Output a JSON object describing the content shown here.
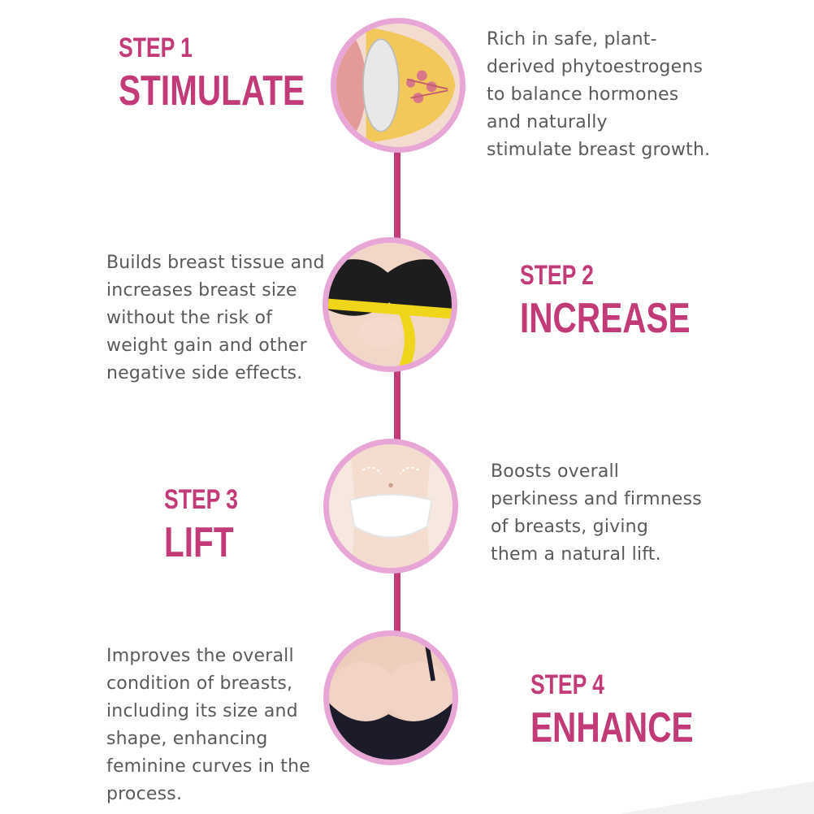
{
  "colors": {
    "accent": "#c23a78",
    "ring": "#e7a6d6",
    "text": "#5a5a5a"
  },
  "steps": [
    {
      "num": "STEP 1",
      "title": "STIMULATE",
      "desc": "Rich in safe, plant-\nderived phytoestrogens\nto balance hormones\nand naturally\nstimulate breast growth.",
      "image": "breast-anatomy-illustration"
    },
    {
      "num": "STEP 2",
      "title": "INCREASE",
      "desc": "Builds breast tissue and\nincreases breast size\nwithout the risk of\nweight gain and other\nnegative side effects.",
      "image": "measuring-tape-photo"
    },
    {
      "num": "STEP 3",
      "title": "LIFT",
      "desc": "Boosts overall\nperkiness and firmness\nof breasts, giving\nthem a natural lift.",
      "image": "body-contour-photo"
    },
    {
      "num": "STEP 4",
      "title": "ENHANCE",
      "desc": "Improves the overall\ncondition of breasts,\nincluding its size and\nshape, enhancing\nfeminine curves in the\nprocess.",
      "image": "black-bra-photo"
    }
  ]
}
